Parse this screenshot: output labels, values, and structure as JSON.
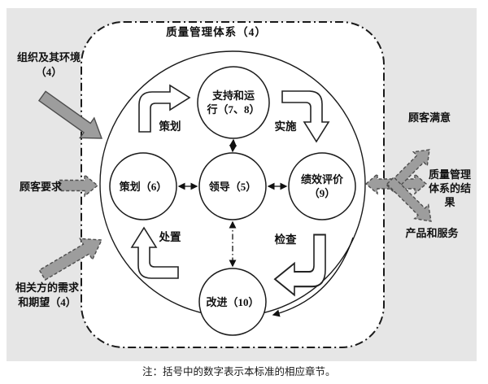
{
  "title": "质量管理体系（4）",
  "nodes": {
    "support": "支持和运\n行（7、8）",
    "plan": "策划（6）",
    "leadership": "领导（5）",
    "evaluation": "绩效评价\n（9）",
    "improvement": "改进（10）"
  },
  "cycle": {
    "plan": "策划",
    "do": "实施",
    "check": "检查",
    "act": "处置"
  },
  "inputs": {
    "organization_context": "组织及其环境\n（4）",
    "customer_requirements": "顾客要求",
    "interested_parties": "相关方的需求\n和期望（4）"
  },
  "outputs": {
    "customer_satisfaction": "顾客满意",
    "qms_results": "质量管理\n体系的结\n果",
    "products_services": "产品和服务"
  },
  "note": "注：括号中的数字表示本标准的相应章节。",
  "colors": {
    "panel_bg": "#e6e6e6",
    "line": "#1a1a1a",
    "arrow_gray": "#9d9d9d",
    "arrow_white": "#ffffff"
  }
}
